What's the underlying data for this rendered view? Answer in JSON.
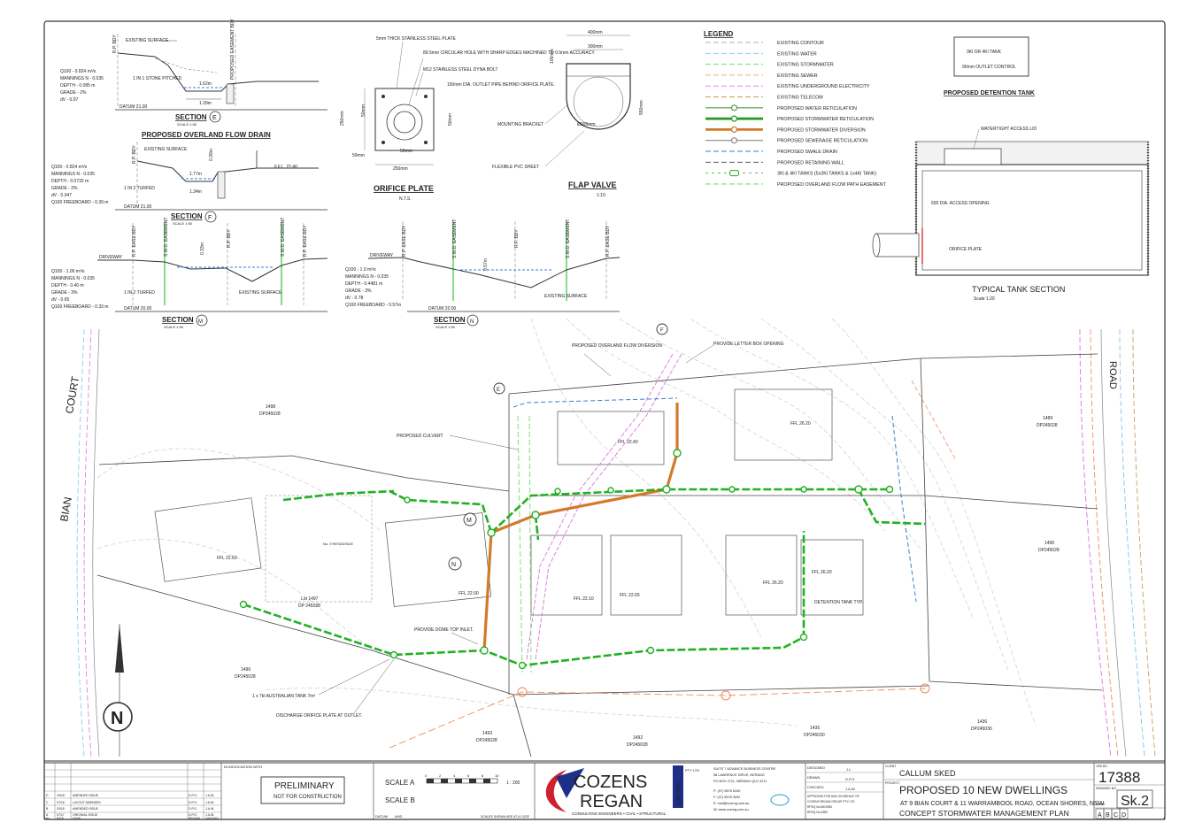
{
  "legend": {
    "title": "LEGEND",
    "items": [
      {
        "label": "EXISTING CONTOUR",
        "color": "#b0b0b0",
        "style": "dash"
      },
      {
        "label": "EXISTING WATER",
        "color": "#6ec6ff",
        "style": "dash"
      },
      {
        "label": "EXISTING STORMWATER",
        "color": "#6ad06a",
        "style": "dash"
      },
      {
        "label": "EXISTING SEWER",
        "color": "#f2a070",
        "style": "dash"
      },
      {
        "label": "EXISTING UNDERGROUND ELECTRICITY",
        "color": "#e070e0",
        "style": "dash"
      },
      {
        "label": "EXISTING TELECOM",
        "color": "#c8a060",
        "style": "dash"
      },
      {
        "label": "PROPOSED WATER RETICULATION",
        "color": "#4a9a4a",
        "style": "solid"
      },
      {
        "label": "PROPOSED STORMWATER RETICULATION",
        "color": "#1e9a1e",
        "style": "thick"
      },
      {
        "label": "PROPOSED STORMWATER DIVERSION",
        "color": "#d27a2a",
        "style": "thick"
      },
      {
        "label": "PROPOSED SEWERAGE RETICULATION",
        "color": "#8a8a8a",
        "style": "solid"
      },
      {
        "label": "PROPOSED SWALE DRAIN",
        "color": "#3a7fd0",
        "style": "dash"
      },
      {
        "label": "PROPOSED RETAINING WALL",
        "color": "#444444",
        "style": "dash"
      },
      {
        "label": "3Kl & 4Kl TANKS (5x3Kl TANKS & 1x4Kl TANK)",
        "color": "#2aa82a",
        "style": "tank"
      },
      {
        "label": "PROPOSED OVERLAND FLOW PATH EASEMENT",
        "color": "#5fd05f",
        "style": "dash"
      }
    ]
  },
  "colors": {
    "stormwater": "#22b022",
    "diversion": "#d27a2a",
    "swale": "#3a7fd0",
    "electricity": "#e070e0",
    "sewer": "#f08a5a",
    "contour": "#bdbdbd",
    "water": "#6ec6ff",
    "easement": "#7ee07e"
  },
  "section_e": {
    "title": "SECTION",
    "letter": "E",
    "scale": "SCALE 1:50",
    "subtitle": "PROPOSED OVERLAND FLOW DRAIN",
    "existing_surface": "EXISTING SURFACE",
    "rp_bdy": "R.P. BDY",
    "easement_bdy": "PROPOSED EASEMENT BDY",
    "notes": [
      "Q100 - 0.824 m³/s",
      "MANNINGS N - 0.035",
      "DEPTH - 0.085 m",
      "GRADE - 2%",
      "dV - 0.07"
    ],
    "slope": "1 IN 1 STONE PITCHED",
    "dim1": "1.62m",
    "dim2": "1.39m",
    "datum": "DATUM 21.00"
  },
  "section_f": {
    "title": "SECTION",
    "letter": "F",
    "scale": "SCALE 1:50",
    "existing_surface": "EXISTING SURFACE",
    "rp_bdy": "R.P. BDY",
    "ffl": "F.F.L. 22.40",
    "notes": [
      "Q100 - 0.824 m³/s",
      "MANNINGS N - 0.035",
      "DEPTH - 0.0732 m",
      "GRADE - 2%",
      "dV - 0.047",
      "Q100 FREEBOARD - 0.39 m"
    ],
    "slope": "1 IN 2 TURFED",
    "dim1": "1.77m",
    "dim2": "1.34m",
    "dim3": "0.39m",
    "datum": "DATUM 21.00"
  },
  "section_m": {
    "title": "SECTION",
    "letter": "M",
    "scale": "SCALE 1:50",
    "driveway": "DRIVEWAY",
    "labels": [
      "R.P. EASE BDY",
      "S.W.D. EASEMENT",
      "R.P. BDY",
      "S.W.D. EASEMENT",
      "R.P. EASE BDY"
    ],
    "notes": [
      "Q100 - 1.00 m³/s",
      "MANNINGS N - 0.035",
      "DEPTH - 0.40 m",
      "GRADE - 3%",
      "dV - 0.65",
      "Q100 FREEBOARD - 0.33 m"
    ],
    "slope": "1 IN 2 TURFED",
    "dim": "0.33m",
    "existing_surface": "EXISTING SURFACE",
    "datum": "DATUM 20.00"
  },
  "section_n": {
    "title": "SECTION",
    "letter": "N",
    "scale": "SCALE 1:50",
    "driveway": "DRIVEWAY",
    "labels": [
      "R.P. EASE BDY",
      "S.W.D. EASEMENT",
      "R.P. BDY",
      "S.W.D. EASEMENT",
      "R.P. EASE BDY"
    ],
    "notes": [
      "Q100 - 1.0 m³/s",
      "MANNINGS N - 0.035",
      "DEPTH - 0.4481 m",
      "GRADE - 3%",
      "dV - 0.78",
      "Q100 FREEBOARD - 0.57m"
    ],
    "dim": "0.57m",
    "existing_surface": "EXISTING SURFACE",
    "datum": "DATUM 20.00"
  },
  "orifice": {
    "title": "ORIFICE PLATE",
    "scale": "N.T.S.",
    "callouts": [
      "5mm THICK STAINLESS STEEL PLATE",
      "89.5mm CIRCULAR HOLE WITH SHARP EDGES MACHINED TO 0.5mm ACCURACY",
      "M12 STAINLESS STEEL DYNA BOLT",
      "150mm DIA. OUTLET PIPE BEHIND ORIFICE PLATE."
    ],
    "dims": [
      "250mm",
      "50mm",
      "50mm",
      "50mm",
      "50mm",
      "250mm"
    ]
  },
  "flap": {
    "title": "FLAP VALVE",
    "scale": "1:10",
    "dims": [
      "400mm",
      "300mm",
      "100mm",
      "550mm",
      "Ø200mm"
    ],
    "callouts": [
      "MOUNTING BRACKET",
      "FLEXIBLE PVC SHEET"
    ]
  },
  "detention": {
    "title": "PROPOSED DETENTION TANK",
    "tank_label": "3Kl OR 4Kl TANK",
    "outlet": "90mm OUTLET CONTROL",
    "section_title": "TYPICAL TANK SECTION",
    "section_scale": "Scale 1:20",
    "lid": "WATERTIGHT ACCESS LID",
    "opening": "600 DIA. ACCESS OPENING",
    "orifice": "ORIFICE PLATE"
  },
  "plan": {
    "road_left": "BIAN",
    "court": "COURT",
    "road_right": "ROAD",
    "lots": [
      {
        "lot": "1498",
        "dp": "DP245028"
      },
      {
        "lot": "1489",
        "dp": "DP245028"
      },
      {
        "lot": "1490",
        "dp": "DP245028"
      },
      {
        "lot": "1496",
        "dp": "DP245028"
      },
      {
        "lot": "1493",
        "dp": "DP245028"
      },
      {
        "lot": "1492",
        "dp": "DP245028"
      },
      {
        "lot": "1435",
        "dp": "DP245030"
      },
      {
        "lot": "1436",
        "dp": "DP245030"
      }
    ],
    "lot1497": "Lot 1497",
    "lot1497dp": "DP 245028",
    "residence": "No. 9 RESIDENCE",
    "ffl": [
      "FFL 22.40",
      "FFL 26.20",
      "FFL 22.60",
      "FFL 22.00",
      "FFL 22.10",
      "FFL 22.65",
      "FFL 26.20",
      "FFL 26.20"
    ],
    "callouts": {
      "overland": "PROPOSED OVERLAND FLOW DIVERSION",
      "letterbox": "PROVIDE LETTER BOX OPENING",
      "culvert": "PROPOSED CULVERT",
      "dome": "PROVIDE DOME TOP INLET.",
      "tank": "1 x 7kl AUSTRALIAN TANK 7m³",
      "orifice": "DISCHARGE ORIFICE PLATE AT OUTLET.",
      "detention": "DETENTION TANK TYP."
    },
    "marker_m": "M",
    "marker_n": "N",
    "marker_e": "E",
    "marker_f": "F",
    "north": "N"
  },
  "titleblock": {
    "in_association": "IN ASSOCIATION WITH",
    "revisions": [
      {
        "rev": "D",
        "date": "15/18",
        "desc": "AMENDED ISSUE",
        "by": "D.P.G.",
        "chk": "J.A.W."
      },
      {
        "rev": "C",
        "date": "07/18",
        "desc": "LAYOUT AMENDED",
        "by": "D.P.G.",
        "chk": "J.A.W."
      },
      {
        "rev": "B",
        "date": "03/18",
        "desc": "AMENDED ISSUE",
        "by": "D.P.G.",
        "chk": "J.A.W."
      },
      {
        "rev": "A",
        "date": "07/17",
        "desc": "ORIGINAL ISSUE",
        "by": "D.P.G.",
        "chk": "J.A.W."
      }
    ],
    "rev_headers": [
      "No.",
      "DATE",
      "ISSUE",
      "REVISED",
      "CHECKED"
    ],
    "preliminary": "PRELIMINARY",
    "not_construction": "NOT FOR CONSTRUCTION",
    "scale_a": "SCALE A",
    "scale_b": "SCALE B",
    "scale_ratio": "1 : 200",
    "scale_ticks": [
      "0",
      "2",
      "4",
      "6",
      "8",
      "10"
    ],
    "datum": "DATUM",
    "datum_val": "AHD",
    "scales_note": "SCALES SHOWN ARE AT A1 SIZE",
    "company1": "COZENS",
    "company2": "REGAN",
    "group": "GROUP",
    "pty": "PTY LTD",
    "consult": "CONSULTING ENGINEERS • CIVIL • STRUCTURAL",
    "address": [
      "SUITE 7 ADVANCE BUSINESS CENTRE",
      "38 LAWRENCE DRIVE, NERANG",
      "PO BOX 2711, NERANG QLD 4211",
      "P: (07) 5578 8100",
      "F: (07) 5578 4092",
      "E: mail@cozreg.com.au",
      "W: www.cozreg.com.au"
    ],
    "designed": "DESIGNED",
    "designed_by": "J.L.",
    "drawn": "DRAWN",
    "drawn_by": "D.P.G.",
    "checked": "CHECKED",
    "checked_by": "J.A.W.",
    "approved": [
      "APPROVED FOR AND ON BEHALF OF",
      "COZENS REGAN GROUP PTY LTD",
      "RPEQ No.5619930",
      "RPEQ No.4380"
    ],
    "client_label": "CLIENT",
    "client": "CALLUM SKED",
    "project_label": "PROJECT",
    "project": "PROPOSED 10 NEW DWELLINGS",
    "location": "AT 9 BIAN COURT & 11 WARRAMBOOL ROAD, OCEAN SHORES, NSW",
    "drawing_title": "CONCEPT STORMWATER MANAGEMENT PLAN",
    "job_label": "JOB NO.",
    "job": "17388",
    "dwg_label": "DRAWING NO.",
    "dwg": "Sk.2",
    "issue_label": "ISSUE",
    "issues": [
      "A",
      "B",
      "C",
      "D"
    ]
  }
}
